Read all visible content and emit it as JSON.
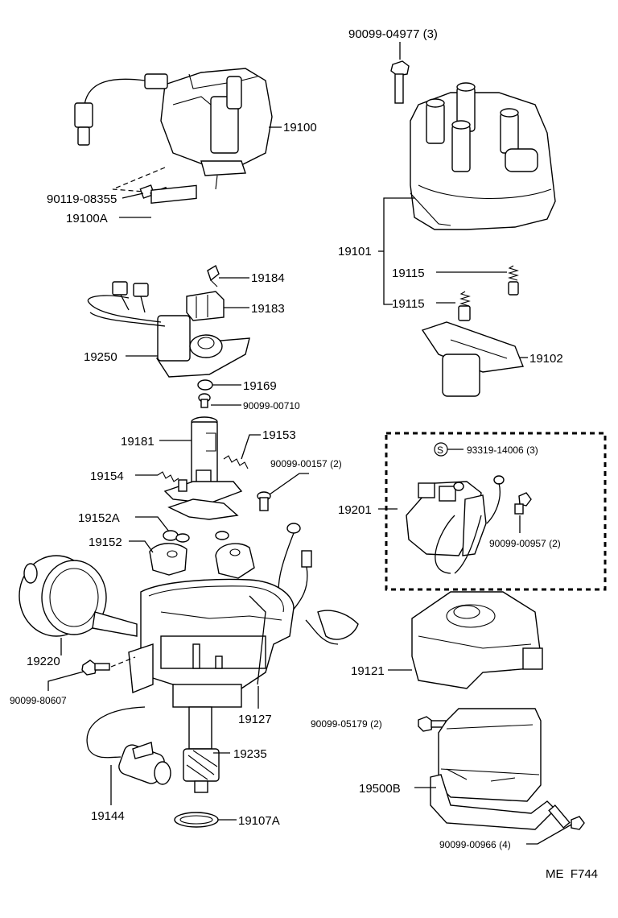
{
  "diagram_code": "ME  F744",
  "labels": {
    "p90099_04977": "90099-04977 (3)",
    "p19100": "19100",
    "p90119_08355": "90119-08355",
    "p19100A": "19100A",
    "p19101": "19101",
    "p19115a": "19115",
    "p19115b": "19115",
    "p19184": "19184",
    "p19183": "19183",
    "p19250": "19250",
    "p19169": "19169",
    "p90099_00710": "90099-00710",
    "p19102": "19102",
    "p19181": "19181",
    "p19153": "19153",
    "p19154": "19154",
    "p90099_00157": "90099-00157 (2)",
    "p93319_14006": "93319-14006 (3)",
    "s_marker": "S",
    "p19201": "19201",
    "p19152A": "19152A",
    "p19152": "19152",
    "p90099_00957": "90099-00957 (2)",
    "p19220": "19220",
    "p90099_80607": "90099-80607",
    "p19127": "19127",
    "p19121": "19121",
    "p90099_05179": "90099-05179 (2)",
    "p19235": "19235",
    "p19500B": "19500B",
    "p19144": "19144",
    "p19107A": "19107A",
    "p90099_00966": "90099-00966 (4)"
  }
}
